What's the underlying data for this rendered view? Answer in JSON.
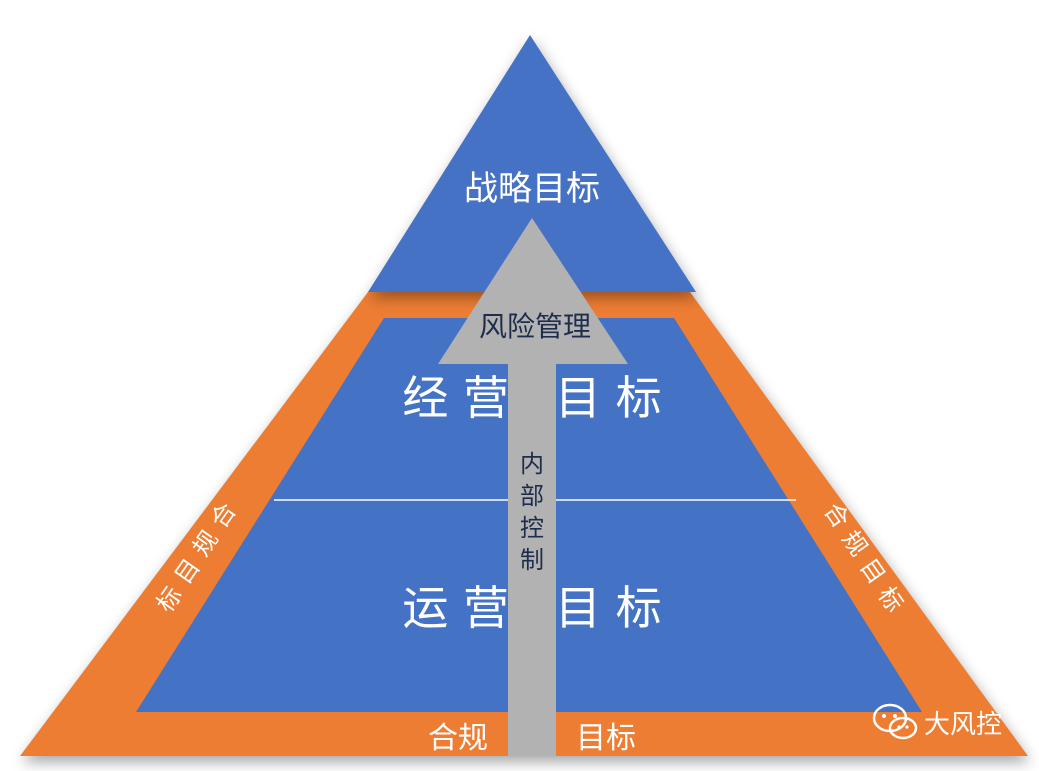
{
  "diagram": {
    "top_tier": "战略目标",
    "middle_tier": "经 营　目 标",
    "bottom_tier": "运 营　目 标",
    "arrow_head_label": "风险管理",
    "arrow_shaft_label": [
      "内",
      "部",
      "控",
      "制"
    ],
    "compliance_left": [
      "合",
      "规",
      "目",
      "标"
    ],
    "compliance_right": [
      "合",
      "规",
      "目",
      "标"
    ],
    "compliance_bottom_left": "合规",
    "compliance_bottom_right": "目标"
  },
  "watermark": {
    "text": "大风控"
  },
  "colors": {
    "blue": "#4472c4",
    "orange": "#ed7d31",
    "gray": "#b2b2b2",
    "white": "#ffffff"
  }
}
